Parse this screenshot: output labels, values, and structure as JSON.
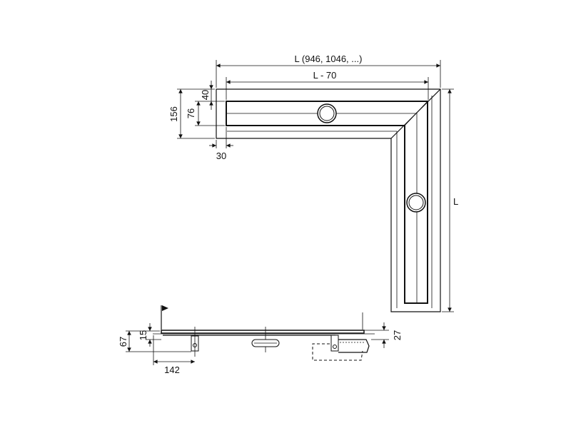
{
  "drawing": {
    "top_view": {
      "dim_total_length": "L (946, 1046, ...)",
      "dim_channel_length": "L  - 70",
      "dim_side_length": "L",
      "dim_width": "156",
      "dim_channel_width": "76",
      "dim_edge_offset": "40",
      "dim_end_offset": "30"
    },
    "side_view": {
      "dim_total_height": "67",
      "dim_frame_height": "15",
      "dim_bracket_offset": "142",
      "dim_outlet_height": "27"
    },
    "colors": {
      "line": "#111111",
      "background": "#ffffff"
    }
  }
}
